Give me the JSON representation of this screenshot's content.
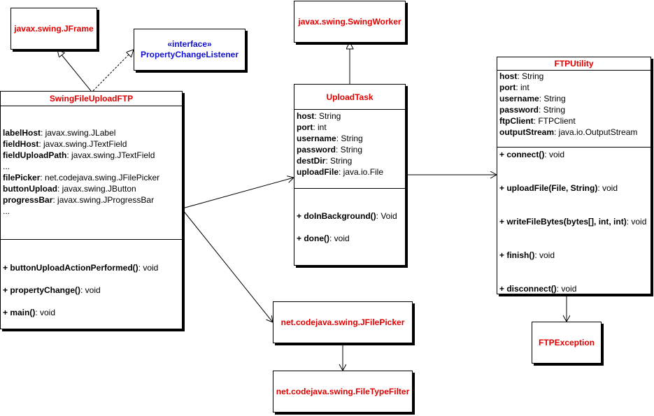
{
  "classes": {
    "jframe": "javax.swing.JFrame",
    "property_change_listener": {
      "stereotype": "«interface»",
      "name": "PropertyChangeListener"
    },
    "swing_worker": "javax.swing.SwingWorker",
    "swing_file_upload_ftp": {
      "name": "SwingFileUploadFTP",
      "attributes": [
        {
          "name": "labelHost",
          "type": ": javax.swing.JLabel"
        },
        {
          "name": "fieldHost",
          "type": ": javax.swing.JTextField"
        },
        {
          "name": "fieldUploadPath",
          "type": ": javax.swing.JTextField"
        },
        {
          "ellipsis": "..."
        },
        {
          "name": "filePicker",
          "type": ": net.codejava.swing.JFilePicker"
        },
        {
          "name": "buttonUpload",
          "type": ": javax.swing.JButton"
        },
        {
          "name": "progressBar",
          "type": ": javax.swing.JProgressBar"
        },
        {
          "ellipsis": "..."
        }
      ],
      "operations": [
        {
          "name": "+ buttonUploadActionPerformed()",
          "type": ": void"
        },
        {
          "name": "+ propertyChange()",
          "type": ": void"
        },
        {
          "name": "+ main()",
          "type": ": void"
        }
      ]
    },
    "upload_task": {
      "name": "UploadTask",
      "attributes": [
        {
          "name": "host",
          "type": ": String"
        },
        {
          "name": "port",
          "type": ": int"
        },
        {
          "name": "username",
          "type": ": String"
        },
        {
          "name": "password",
          "type": ": String"
        },
        {
          "name": "destDir",
          "type": ": String"
        },
        {
          "name": "uploadFile",
          "type": ": java.io.File"
        }
      ],
      "operations": [
        {
          "name": "+ doInBackground()",
          "type": ": Void"
        },
        {
          "name": "+ done()",
          "type": ": void"
        }
      ]
    },
    "ftp_utility": {
      "name": "FTPUtility",
      "attributes": [
        {
          "name": "host",
          "type": ": String"
        },
        {
          "name": "port",
          "type": ": int"
        },
        {
          "name": "username",
          "type": ": String"
        },
        {
          "name": "password",
          "type": ": String"
        },
        {
          "name": "ftpClient",
          "type": ": FTPClient"
        },
        {
          "name": "outputStream",
          "type": ": java.io.OutputStream"
        }
      ],
      "operations": [
        {
          "name": "+ connect()",
          "type": ": void"
        },
        {
          "name": "+ uploadFile(File, String)",
          "type": ": void"
        },
        {
          "name": "+ writeFileBytes(bytes[], int, int)",
          "type": ": void"
        },
        {
          "name": "+ finish()",
          "type": ": void"
        },
        {
          "name": "+ disconnect()",
          "type": ": void"
        }
      ]
    },
    "jfile_picker": "net.codejava.swing.JFilePicker",
    "file_type_filter": "net.codejava.swing.FileTypeFilter",
    "ftp_exception": "FTPException"
  },
  "colors": {
    "class_name": "#e00000",
    "interface_name": "#1010d0",
    "border": "#000000"
  }
}
